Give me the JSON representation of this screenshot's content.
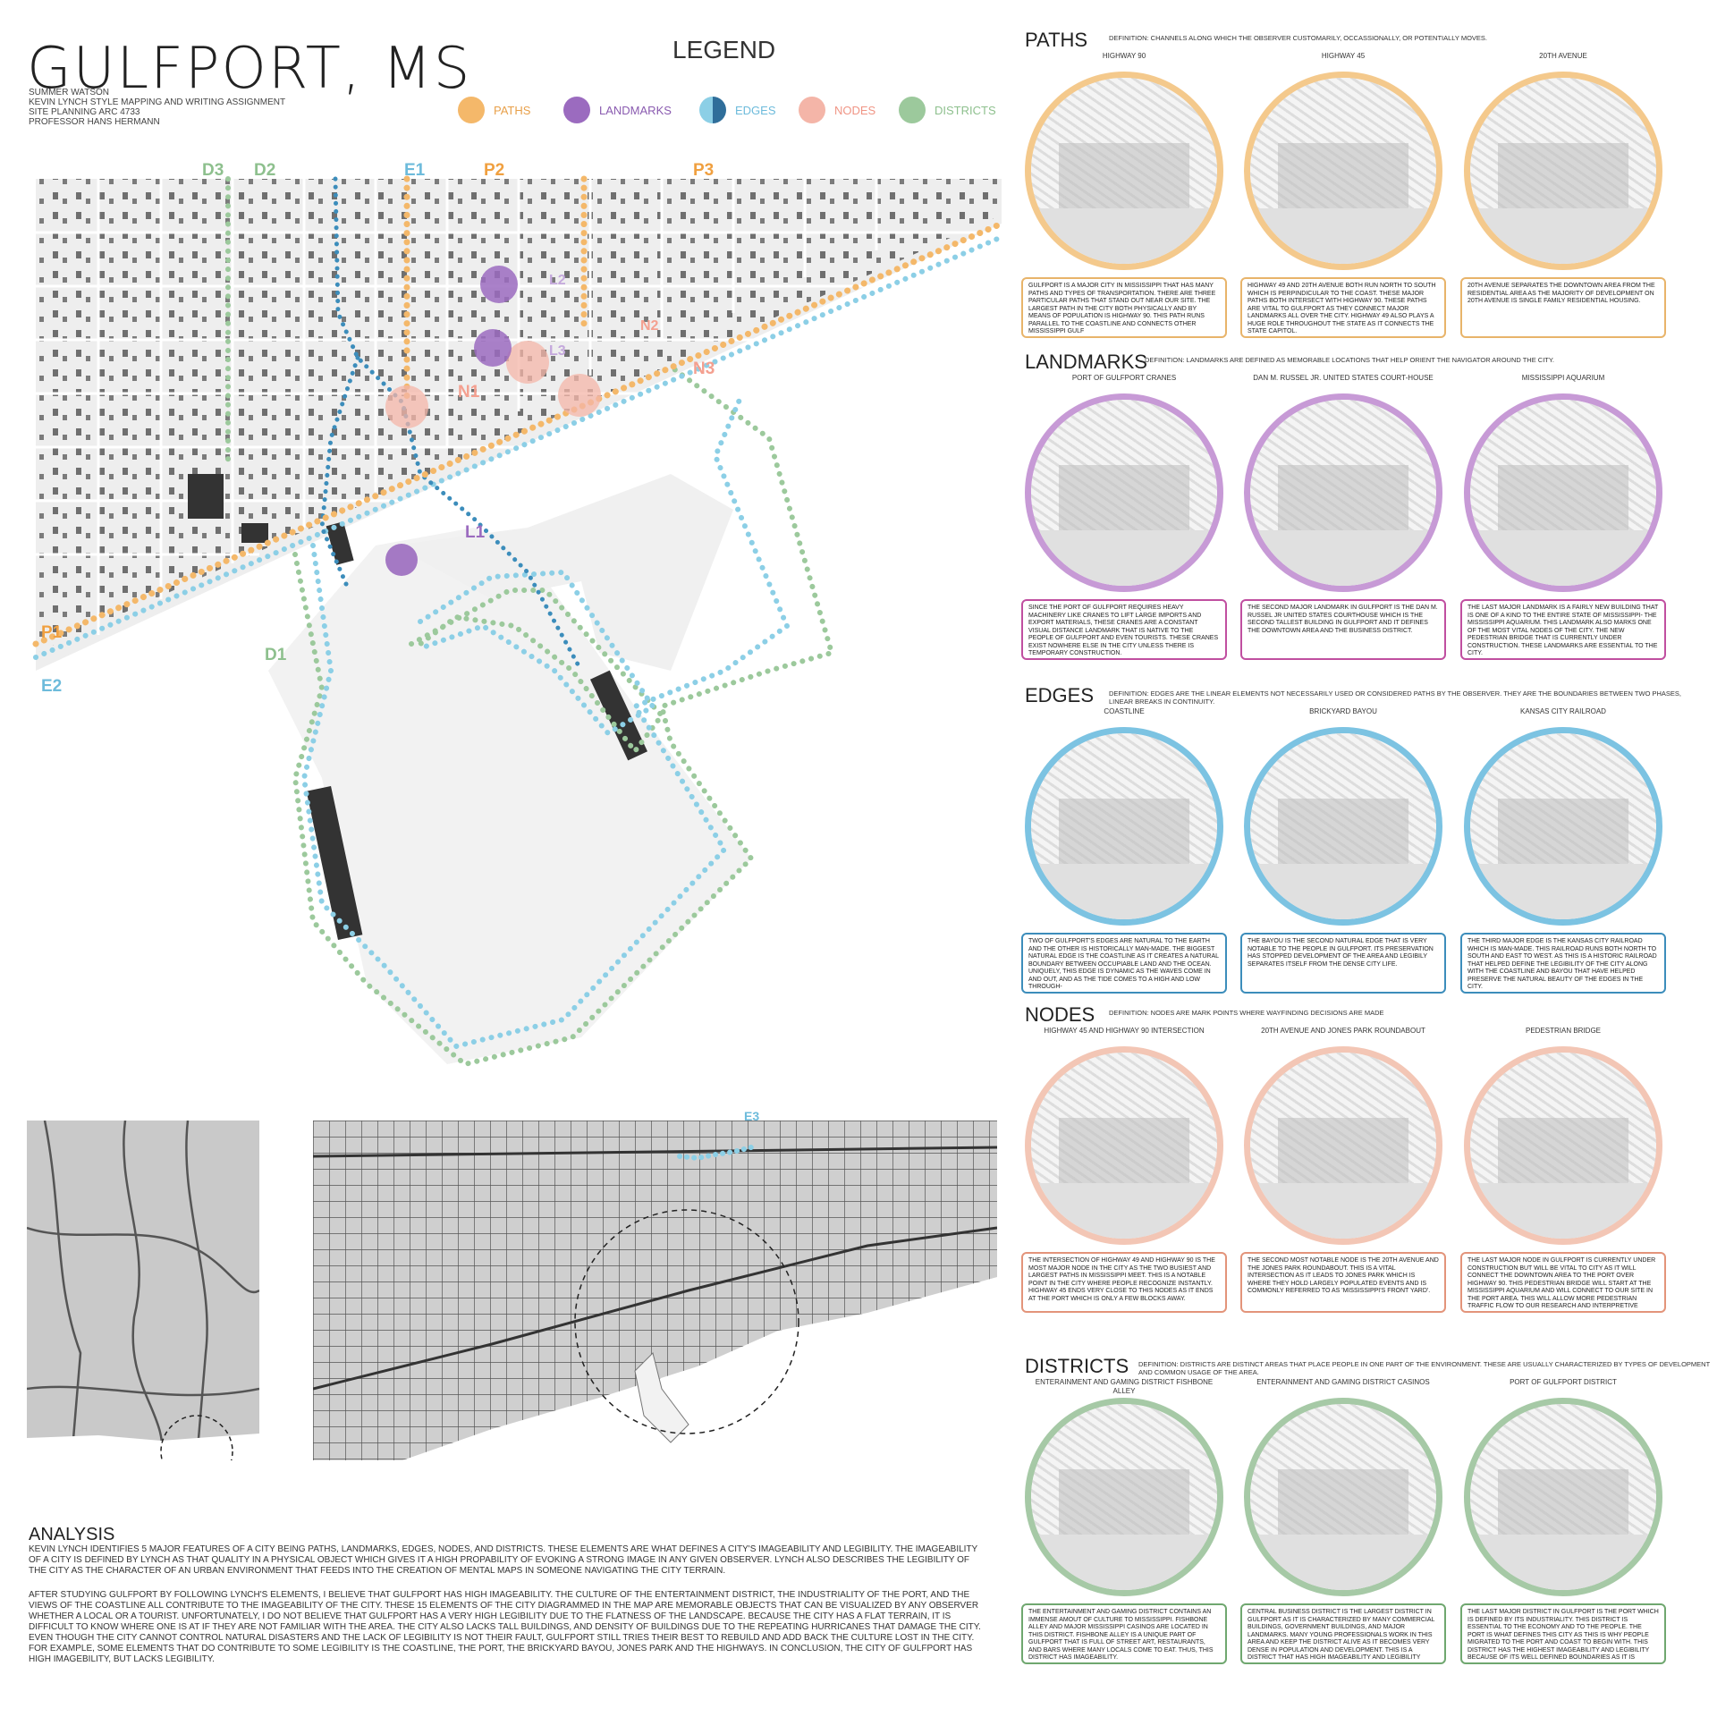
{
  "header": {
    "title": "GULFPORT, MS",
    "author": "SUMMER WATSON",
    "assignment": "KEVIN LYNCH STYLE MAPPING AND WRITING ASSIGNMENT",
    "course": "SITE PLANNING ARC 4733",
    "professor": "PROFESSOR HANS HERMANN"
  },
  "legend": {
    "title": "LEGEND",
    "items": [
      {
        "label": "PATHS",
        "color": "#f4b86a"
      },
      {
        "label": "LANDMARKS",
        "color": "#9b6bbf"
      },
      {
        "label": "EDGES",
        "color": "#8ccfe6"
      },
      {
        "label": "NODES",
        "color": "#f4b5a8"
      },
      {
        "label": "DISTRICTS",
        "color": "#9cc99c"
      }
    ]
  },
  "map_labels": {
    "d3": "D3",
    "d2": "D2",
    "e1": "E1",
    "p2": "P2",
    "p3": "P3",
    "l2": "L2",
    "n2": "N2",
    "l3": "L3",
    "n3": "N3",
    "n1": "N1",
    "l1": "L1",
    "p1": "P1",
    "d1": "D1",
    "e2": "E2",
    "e3": "E3"
  },
  "analysis": {
    "title": "ANALYSIS",
    "p1": "KEVIN LYNCH IDENTIFIES 5 MAJOR FEATURES OF A CITY BEING PATHS, LANDMARKS, EDGES, NODES, AND DISTRICTS. THESE ELEMENTS ARE WHAT DEFINES A CITY'S IMAGEABILITY AND LEGIBILITY. THE IMAGEABILITY OF A CITY IS DEFINED BY LYNCH AS THAT QUALITY IN A PHYSICAL OBJECT WHICH GIVES IT A HIGH PROPABILITY OF EVOKING A STRONG IMAGE IN ANY GIVEN OBSERVER. LYNCH ALSO DESCRIBES THE LEGIBILITY OF THE CITY AS THE CHARACTER OF AN URBAN ENVIRONMENT THAT FEEDS INTO THE CREATION OF MENTAL MAPS IN SOMEONE NAVIGATING THE CITY TERRAIN.",
    "p2": "AFTER STUDYING GULFPORT BY FOLLOWING LYNCH'S ELEMENTS, I BELIEVE THAT GULFPORT HAS HIGH IMAGEABILITY. THE CULTURE OF THE ENTERTAINMENT DISTRICT, THE INDUSTRIALITY OF THE PORT, AND THE VIEWS OF THE COASTLINE ALL CONTRIBUTE TO THE IMAGEABILITY OF THE CITY. THESE 15 ELEMENTS OF THE CITY DIAGRAMMED IN THE MAP ARE MEMORABLE OBJECTS THAT CAN BE VISUALIZED BY ANY OBSERVER WHETHER A LOCAL OR A TOURIST. UNFORTUNATELY, I DO NOT BELIEVE THAT GULFPORT HAS A VERY HIGH LEGIBILITY DUE TO THE FLATNESS OF THE LANDSCAPE. BECAUSE THE CITY HAS A FLAT TERRAIN, IT IS DIFFICULT TO KNOW WHERE ONE IS AT IF THEY ARE NOT FAMILIAR WITH THE AREA. THE CITY ALSO LACKS TALL BUILDINGS, AND DENSITY OF BUILDINGS DUE TO THE REPEATING HURRICANES THAT DAMAGE THE CITY. EVEN THOUGH THE CITY CANNOT CONTROL NATURAL DISASTERS AND THE LACK OF LEGIBILITY IS NOT THEIR FAULT, GULFPORT STILL TRIES THEIR BEST TO REBUILD AND ADD BACK THE CULTURE LOST IN THE CITY. FOR EXAMPLE, SOME ELEMENTS THAT DO CONTRIBUTE TO SOME LEGIBILITY IS THE COASTLINE, THE PORT, THE BRICKYARD BAYOU, JONES PARK AND THE HIGHWAYS. IN CONCLUSION, THE CITY OF GULFPORT HAS HIGH IMAGEBILITY, BUT LACKS LEGIBILITY."
  },
  "sections": [
    {
      "key": "paths",
      "title": "PATHS",
      "color": "#f4c98c",
      "definition": "DEFINITION: CHANNELS ALONG WHICH THE OBSERVER CUSTOMARILY, OCCASSIONALLY, OR POTENTIALLY MOVES.",
      "items": [
        {
          "label": "HIGHWAY 90",
          "text": "GULFPORT IS A MAJOR CITY IN MISSISSIPPI THAT HAS MANY PATHS AND TYPES OF TRANSPORTATION. THERE ARE THREE PARTICULAR PATHS THAT STAND OUT NEAR OUR SITE. THE LARGEST PATH IN THE CITY BOTH PHYSICALLY AND BY MEANS OF POPULATION IS HIGHWAY 90. THIS PATH RUNS PARALLEL TO THE COASTLINE AND CONNECTS OTHER MISSISSIPPI GULF"
        },
        {
          "label": "HIGHWAY 45",
          "text": "HIGHWAY 49 AND 20TH AVENUE BOTH RUN NORTH TO SOUTH WHICH IS PERPINDICULAR TO THE COAST. THESE MAJOR PATHS BOTH INTERSECT WITH HIGHWAY 90. THESE PATHS ARE VITAL TO GULFPORT AS THEY CONNECT MAJOR LANDMARKS ALL OVER THE CITY. HIGHWAY 49 ALSO PLAYS A HUGE ROLE THROUGHOUT THE STATE AS IT CONNECTS THE STATE CAPITOL."
        },
        {
          "label": "20TH AVENUE",
          "text": "20TH AVENUE SEPARATES THE DOWNTOWN AREA FROM THE RESIDENTIAL AREA AS THE MAJORITY OF DEVELOPMENT ON 20TH AVENUE IS SINGLE FAMILY RESIDENTIAL HOUSING."
        }
      ]
    },
    {
      "key": "landmarks",
      "title": "LANDMARKS",
      "color": "#c79ad6",
      "definition": "DEFINITION: LANDMARKS ARE DEFINED AS MEMORABLE LOCATIONS THAT HELP ORIENT THE NAVIGATOR AROUND THE CITY.",
      "items": [
        {
          "label": "PORT OF GULFPORT CRANES",
          "text": "SINCE THE PORT OF GULFPORT REQUIRES HEAVY MACHINERY LIKE CRANES TO LIFT LARGE IMPORTS AND EXPORT MATERIALS, THESE CRANES ARE A CONSTANT VISUAL DISTANCE LANDMARK THAT IS NATIVE TO THE PEOPLE OF GULFPORT AND EVEN TOURISTS. THESE CRANES EXIST NOWHERE ELSE IN THE CITY UNLESS THERE IS TEMPORARY CONSTRUCTION."
        },
        {
          "label": "DAN M. RUSSEL JR. UNITED STATES COURT-HOUSE",
          "text": "THE SECOND MAJOR LANDMARK IN GULFPORT IS THE DAN M. RUSSEL JR UNITED STATES COURTHOUSE WHICH IS THE SECOND TALLEST BUILDING IN GULFPORT AND IT DEFINES THE DOWNTOWN AREA AND THE BUSINESS DISTRICT."
        },
        {
          "label": "MISSISSIPPI AQUARIUM",
          "text": "THE LAST MAJOR LANDMARK IS A FAIRLY NEW BUILDING THAT IS ONE OF A KIND TO THE ENTIRE STATE OF MISSISSIPPI- THE MISSISSIPPI AQUARIUM. THIS LANDMARK ALSO MARKS ONE OF THE MOST VITAL NODES OF THE CITY. THE NEW PEDESTRIAN BRIDGE THAT IS CURRENTLY UNDER CONSTRUCTION. THESE LANDMARKS ARE ESSENTIAL TO THE CITY."
        }
      ]
    },
    {
      "key": "edges",
      "title": "EDGES",
      "color": "#7cc3e2",
      "definition": "DEFINITION: EDGES ARE THE LINEAR ELEMENTS NOT NECESSARILY USED OR CONSIDERED PATHS BY THE OBSERVER. THEY ARE THE BOUNDARIES BETWEEN TWO PHASES, LINEAR BREAKS IN CONTINUITY.",
      "items": [
        {
          "label": "COASTLINE",
          "text": "TWO OF GULFPORT'S EDGES ARE NATURAL TO THE EARTH AND THE OTHER IS HISTORICALLY MAN-MADE. THE BIGGEST NATURAL EDGE IS THE COASTLINE AS IT CREATES A NATURAL BOUNDARY BETWEEN OCCUPIABLE LAND AND THE OCEAN. UNIQUELY, THIS EDGE IS DYNAMIC AS THE WAVES COME IN AND OUT, AND AS THE TIDE COMES TO A HIGH AND LOW THROUGH-"
        },
        {
          "label": "BRICKYARD BAYOU",
          "text": "THE BAYOU IS THE SECOND NATURAL EDGE THAT IS VERY NOTABLE TO THE PEOPLE IN GULFPORT. ITS PRESERVATION HAS STOPPED DEVELOPMENT OF THE AREA AND LEGIBILY SEPARATES ITSELF FROM THE DENSE CITY LIFE."
        },
        {
          "label": "KANSAS CITY RAILROAD",
          "text": "THE THIRD MAJOR EDGE IS THE KANSAS CITY RAILROAD WHICH IS MAN-MADE. THIS RAILROAD RUNS BOTH NORTH TO SOUTH AND EAST TO WEST. AS THIS IS A HISTORIC RAILROAD THAT HELPED DEFINE THE LEGIBILITY OF THE CITY ALONG WITH THE COASTLINE AND BAYOU THAT HAVE HELPED PRESERVE THE NATURAL BEAUTY OF THE EDGES IN THE CITY."
        }
      ]
    },
    {
      "key": "nodes",
      "title": "NODES",
      "color": "#f3c6b5",
      "definition": "DEFINITION: NODES ARE MARK POINTS WHERE WAYFINDING DECISIONS ARE MADE",
      "items": [
        {
          "label": "HIGHWAY 45 AND HIGHWAY 90 INTERSECTION",
          "text": "THE INTERSECTION OF HIGHWAY 49 AND HIGHWAY 90 IS THE MOST MAJOR NODE IN THE CITY AS THE TWO BUSIEST AND LARGEST PATHS IN MISSISSIPPI MEET. THIS IS A NOTABLE POINT IN THE CITY WHERE PEOPLE RECOGNIZE INSTANTLY. HIGHWAY 45 ENDS VERY CLOSE TO THIS NODES AS IT ENDS AT THE PORT WHICH IS ONLY A FEW BLOCKS AWAY."
        },
        {
          "label": "20TH AVENUE AND JONES PARK ROUNDABOUT",
          "text": "THE SECOND MOST NOTABLE NODE IS THE 20TH AVENUE AND THE JONES PARK ROUNDABOUT. THIS IS A VITAL INTERSECTION AS IT LEADS TO JONES PARK WHICH IS WHERE THEY HOLD LARGELY POPULATED EVENTS AND IS COMMONLY REFERRED TO AS 'MISSISSIPPI'S FRONT YARD'."
        },
        {
          "label": "PEDESTRIAN BRIDGE",
          "text": "THE LAST MAJOR NODE IN GULFPORT IS CURRENTLY UNDER CONSTRUCTION BUT WILL BE VITAL TO CITY AS IT WILL CONNECT THE DOWNTOWN AREA TO THE PORT OVER HIGHWAY 90. THIS PEDESTRIAN BRIDGE WILL START AT THE MISSISSIPPI AQUARIUM AND WILL CONNECT TO OUR SITE IN THE PORT AREA. THIS WILL ALLOW MORE PEDESTRIAN TRAFFIC FLOW TO OUR RESEARCH AND INTERPRETIVE CENTER. THESE NODES HELP DEFINE THE IMAGEABILITY AND LEGIBILITY OF THE CITY AS IT ALLOWS PEOPLE TO CONNECT MAJOR LANDMARKS AND PATHS."
        }
      ]
    },
    {
      "key": "districts",
      "title": "DISTRICTS",
      "color": "#a6c9a6",
      "definition": "DEFINITION: DISTRICTS ARE DISTINCT AREAS THAT PLACE PEOPLE IN ONE PART OF THE ENVIRONMENT. THESE ARE USUALLY CHARACTERIZED BY TYPES OF DEVELOPMENT AND COMMON USAGE OF THE AREA.",
      "items": [
        {
          "label": "ENTERAINMENT AND GAMING DISTRICT FISHBONE ALLEY",
          "text": "THE ENTERTAINMENT AND GAMING DISTRICT CONTAINS AN IMMENSE AMOUT OF CULTURE TO MISSISSIPPI. FISHBONE ALLEY AND MAJOR MISSISSIPPI CASINOS ARE LOCATED IN THIS DISTRICT. FISHBONE ALLEY IS A UNIQUE PART OF GULFPORT THAT IS FULL OF STREET ART, RESTAURANTS, AND BARS WHERE MANY LOCALS COME TO EAT. THUS, THIS DISTRICT HAS IMAGEABILITY."
        },
        {
          "label": "ENTERAINMENT AND GAMING DISTRICT CASINOS",
          "text": "CENTRAL BUSINESS DISTRICT IS THE LARGEST DISTRICT IN GULFPORT AS IT IS CHARACTERIZED BY MANY COMMERCIAL BUILDINGS, GOVERNMENT BUILDINGS, AND MAJOR LANDMARKS. MANY YOUNG PROFESSIONALS WORK IN THIS AREA AND KEEP THE DISTRICT ALIVE AS IT BECOMES VERY DENSE IN POPULATION AND DEVELOPMENT. THIS IS A DISTRICT THAT HAS HIGH IMAGEABILITY AND LEGIBILITY"
        },
        {
          "label": "PORT OF GULFPORT DISTRICT",
          "text": "THE LAST MAJOR DISTRICT IN GULFPORT IS THE PORT WHICH IS DEFINED BY ITS INDUSTRIALITY. THIS DISTRICT IS ESSENTIAL TO THE ECONOMY AND TO THE PEOPLE. THE PORT IS WHAT DEFINES THIS CITY AS THIS IS WHY PEOPLE MIGRATED TO THE PORT AND COAST TO BEGIN WITH. THIS DISTRICT HAS THE HIGHEST IMAGEABILITY AND LEGIBILITY BECAUSE OF ITS WELL DEFINED BOUNDARIES AS IT IS SURROUNDED BY MAJOR PATHS."
        }
      ]
    }
  ]
}
